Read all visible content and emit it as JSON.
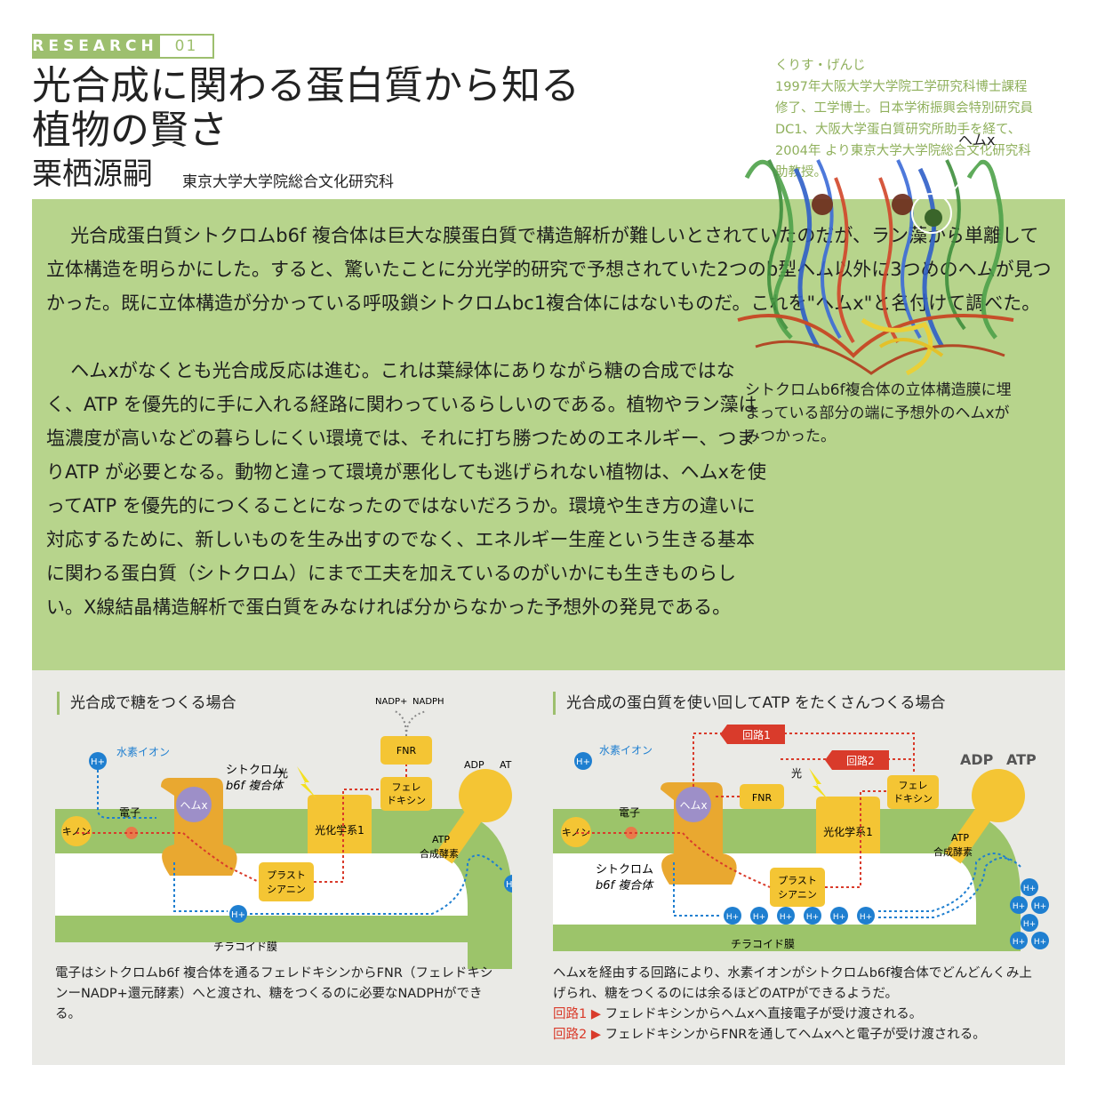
{
  "header": {
    "tag_word": "RESEARCH",
    "tag_number": "01",
    "title_line1": "光合成に関わる蛋白質から知る",
    "title_line2": "植物の賢さ",
    "author": "栗栖源嗣",
    "affiliation": "東京大学大学院総合文化研究科"
  },
  "bio": {
    "lines": [
      "くりす・げんじ",
      "1997年大阪大学大学院工学研究科博士課程",
      "修了、工学博士。日本学術振興会特別研究員",
      "DC1、大阪大学蛋白質研究所助手を経て、",
      "2004年 より東京大学大学院総合文化研究科",
      "助教授。"
    ]
  },
  "article": {
    "p1": "光合成蛋白質シトクロムb6f 複合体は巨大な膜蛋白質で構造解析が難しいとされていたのだが、ラン藻から単離して立体構造を明らかにした。すると、驚いたことに分光学的研究で予想されていた2つのb型ヘム以外に3つめのヘムが見つかった。既に立体構造が分かっている呼吸鎖シトクロムbc1複合体にはないものだ。これを\"ヘムx\"と名付けて調べた。",
    "p2": "ヘムxがなくとも光合成反応は進む。これは葉緑体にありながら糖の合成ではなく、ATP を優先的に手に入れる経路に関わっているらしいのである。植物やラン藻は塩濃度が高いなどの暮らしにくい環境では、それに打ち勝つためのエネルギー、つまりATP が必要となる。動物と違って環境が悪化しても逃げられない植物は、ヘムxを使ってATP を優先的につくることになったのではないだろうか。環境や生き方の違いに対応するために、新しいものを生み出すのでなく、エネルギー生産という生きる基本に関わる蛋白質（シトクロム）にまで工夫を加えているのがいかにも生きものらしい。X線結晶構造解析で蛋白質をみなければ分からなかった予想外の発見である。",
    "heme_label": "ヘムx",
    "structure_caption": "シトクロムb6f複合体の立体構造膜に埋まっている部分の端に予想外のヘムxがみつかった。"
  },
  "left_diagram": {
    "title": "光合成で糖をつくる場合",
    "hydrogen_ion": "水素イオン",
    "h_plus": "H+",
    "cytochrome_line1": "シトクロム",
    "cytochrome_line2": "b6f 複合体",
    "heme": "ヘムx",
    "electron": "電子",
    "quinone": "キノン",
    "light": "光",
    "photosystem": "光化学系1",
    "ferredoxin_line1": "フェレ",
    "ferredoxin_line2": "ドキシン",
    "fnr": "FNR",
    "nadp": "NADP+",
    "nadph": "NADPH",
    "adp": "ADP",
    "atp": "ATP",
    "atp_synthase_line1": "ATP",
    "atp_synthase_line2": "合成酵素",
    "plastocyanin_line1": "プラスト",
    "plastocyanin_line2": "シアニン",
    "thylakoid": "チラコイド膜",
    "caption": "電子はシトクロムb6f 複合体を通るフェレドキシンからFNR（フェレドキシンーNADP+還元酵素）へと渡され、糖をつくるのに必要なNADPHができる。"
  },
  "right_diagram": {
    "title": "光合成の蛋白質を使い回してATP をたくさんつくる場合",
    "hydrogen_ion": "水素イオン",
    "h_plus": "H+",
    "circuit1": "回路1",
    "circuit2": "回路2",
    "heme": "ヘムx",
    "fnr": "FNR",
    "light": "光",
    "ferredoxin_line1": "フェレ",
    "ferredoxin_line2": "ドキシン",
    "electron": "電子",
    "quinone": "キノン",
    "photosystem": "光化学系1",
    "cytochrome_line1": "シトクロム",
    "cytochrome_line2": "b6f 複合体",
    "plastocyanin_line1": "プラスト",
    "plastocyanin_line2": "シアニン",
    "adp": "ADP",
    "atp": "ATP",
    "atp_synthase_line1": "ATP",
    "atp_synthase_line2": "合成酵素",
    "thylakoid": "チラコイド膜",
    "caption_main": "ヘムxを経由する回路により、水素イオンがシトクロムb6f複合体でどんどんくみ上げられ、糖をつくるのには余るほどのATPができるようだ。",
    "caption_c1_label": "回路1",
    "caption_c1_text": "フェレドキシンからヘムxへ直接電子が受け渡される。",
    "caption_c2_label": "回路2",
    "caption_c2_text": "フェレドキシンからFNRを通してヘムxへと電子が受け渡される。",
    "arrow_glyph": "▶"
  },
  "colors": {
    "accent_green": "#9dbf6e",
    "box_green": "#b7d48c",
    "membrane_green": "#9cc46a",
    "protein_orange": "#e9a830",
    "protein_yellow": "#f4c534",
    "heme_purple": "#9d8fc8",
    "ion_blue": "#1f7fd0",
    "electron_red": "#d93b2b",
    "panel_gray": "#eaeae6"
  }
}
